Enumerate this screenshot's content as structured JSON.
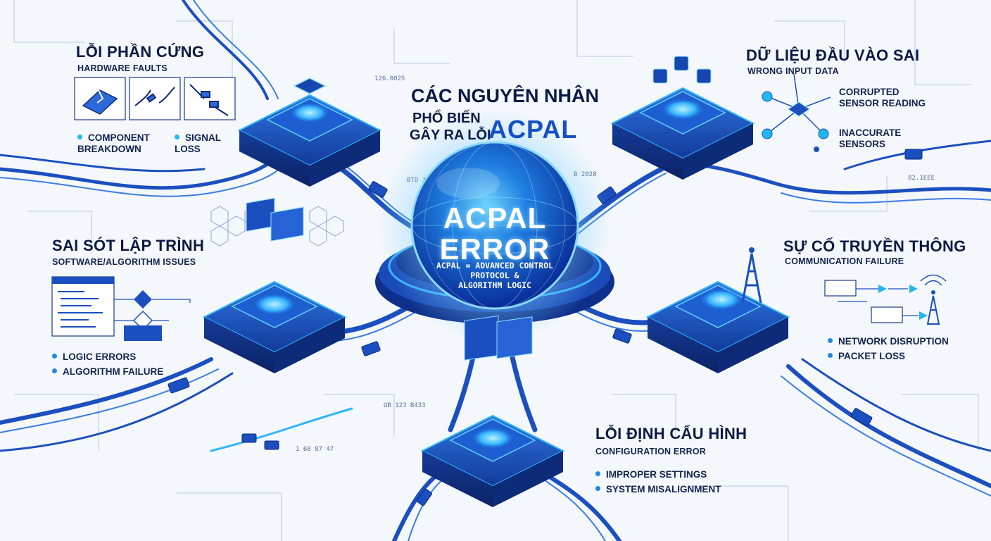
{
  "title": {
    "line1": "CÁC NGUYÊN NHÂN",
    "line2": "PHỔ BIẾN",
    "line3": "GÂY RA LỖI",
    "highlight": "ACPAL"
  },
  "core": {
    "line1": "ACPAL",
    "line2": "ERROR",
    "def1": "ACPAL = ADVANCED CONTROL",
    "def2": "PROTOCOL &",
    "def3": "ALGORITHM LOGIC"
  },
  "hardware": {
    "title_vn": "LỖI PHẦN CỨNG",
    "title_en": "HARDWARE FAULTS",
    "items": [
      "COMPONENT BREAKDOWN",
      "SIGNAL LOSS"
    ],
    "icons": [
      "broken-chip-icon",
      "broken-wire-icon",
      "cut-cable-icon"
    ]
  },
  "input": {
    "title_vn": "DỮ LIỆU ĐẦU VÀO SAI",
    "title_en": "WRONG INPUT DATA",
    "items": [
      "CORRUPTED SENSOR READING",
      "INACCURATE SENSORS"
    ]
  },
  "software": {
    "title_vn": "SAI SÓT LẬP TRÌNH",
    "title_en": "SOFTWARE/ALGORITHM ISSUES",
    "items": [
      "LOGIC ERRORS",
      "ALGORITHM FAILURE"
    ]
  },
  "communication": {
    "title_vn": "SỰ CỐ TRUYỀN THÔNG",
    "title_en": "COMMUNICATION FAILURE",
    "items": [
      "NETWORK DISRUPTION",
      "PACKET LOSS"
    ]
  },
  "configuration": {
    "title_vn": "LỖI ĐỊNH CẤU HÌNH",
    "title_en": "CONFIGURATION ERROR",
    "items": [
      "IMPROPER SETTINGS",
      "SYSTEM MISALIGNMENT"
    ]
  },
  "colors": {
    "background": "#f4f7fc",
    "accent": "#1450c8",
    "glow": "#2fb6ff",
    "text": "#0b1a44",
    "bullet": "#1e88e5"
  }
}
